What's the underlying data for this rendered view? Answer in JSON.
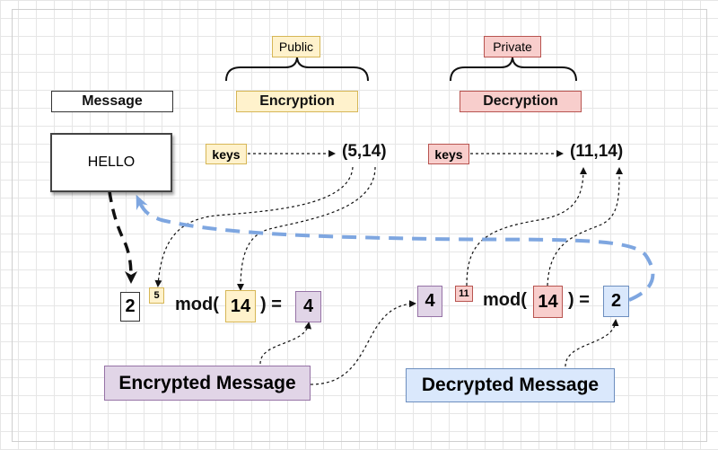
{
  "headers": {
    "public": "Public",
    "private": "Private",
    "message": "Message",
    "encryption": "Encryption",
    "decryption": "Decryption"
  },
  "message_box": {
    "text": "HELLO"
  },
  "encryption_keys": {
    "label": "keys",
    "value": "(5,14)"
  },
  "decryption_keys": {
    "label": "keys",
    "value": "(11,14)"
  },
  "encrypt_formula": {
    "input": "2",
    "exponent": "5",
    "mod_text": "mod(",
    "modulus": "14",
    "close_text": ") =",
    "result": "4"
  },
  "decrypt_formula": {
    "input": "4",
    "exponent": "11",
    "mod_text": "mod(",
    "modulus": "14",
    "close_text": ") =",
    "result": "2"
  },
  "labels": {
    "encrypted_message": "Encrypted Message",
    "decrypted_message": "Decrypted Message"
  },
  "colors": {
    "public_yellow": "#fff2cc",
    "private_red": "#f8cecc",
    "cipher_purple": "#e1d5e7",
    "plain_blue": "#dae8fc",
    "loop_arrow": "#7ea6e0"
  }
}
